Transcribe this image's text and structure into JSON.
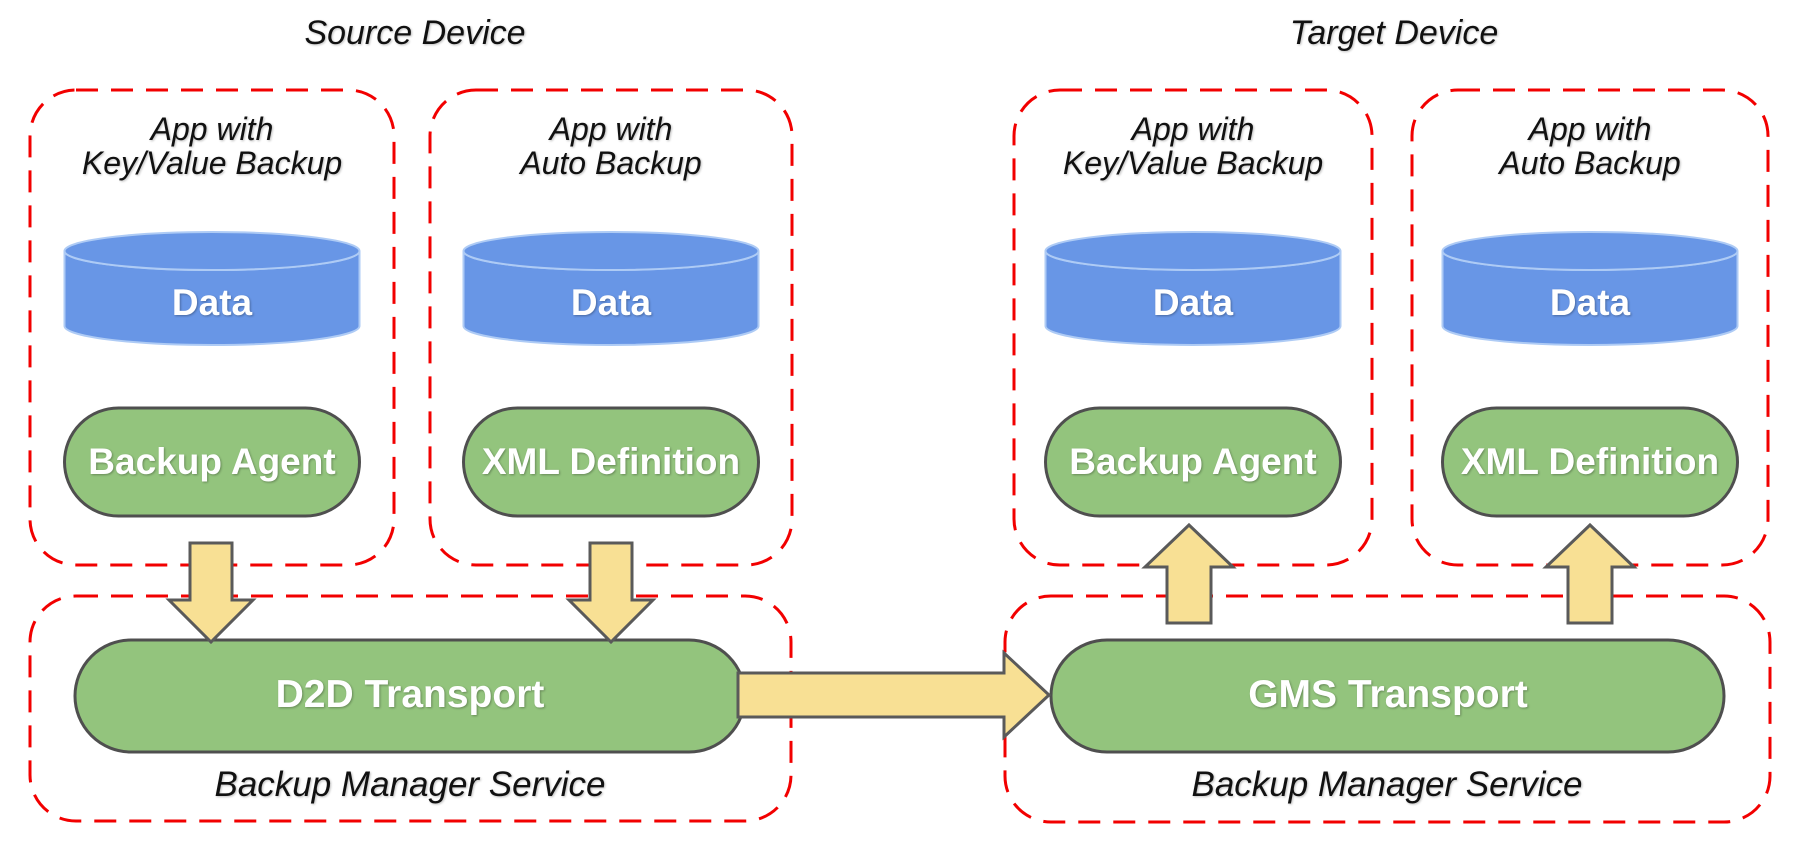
{
  "titles": {
    "source": "Source Device",
    "target": "Target Device"
  },
  "columns": [
    {
      "side": "source",
      "app_line1": "App with",
      "app_line2": "Key/Value Backup",
      "data_label": "Data",
      "component_label": "Backup Agent"
    },
    {
      "side": "source",
      "app_line1": "App with",
      "app_line2": "Auto Backup",
      "data_label": "Data",
      "component_label": "XML Definition"
    },
    {
      "side": "target",
      "app_line1": "App with",
      "app_line2": "Key/Value Backup",
      "data_label": "Data",
      "component_label": "Backup Agent"
    },
    {
      "side": "target",
      "app_line1": "App with",
      "app_line2": "Auto Backup",
      "data_label": "Data",
      "component_label": "XML Definition"
    }
  ],
  "services": [
    {
      "side": "source",
      "transport_label": "D2D Transport",
      "service_label": "Backup Manager Service"
    },
    {
      "side": "target",
      "transport_label": "GMS Transport",
      "service_label": "Backup Manager Service"
    }
  ],
  "colors": {
    "red_dash": "#f20000",
    "blue_fill": "#6896e6",
    "blue_stroke": "#aecbf5",
    "green_fill": "#93c47d",
    "green_stroke": "#4f4f4f",
    "yellow_fill": "#f8e094",
    "yellow_stroke": "#5a5a5a",
    "text_ink": "#111111"
  }
}
